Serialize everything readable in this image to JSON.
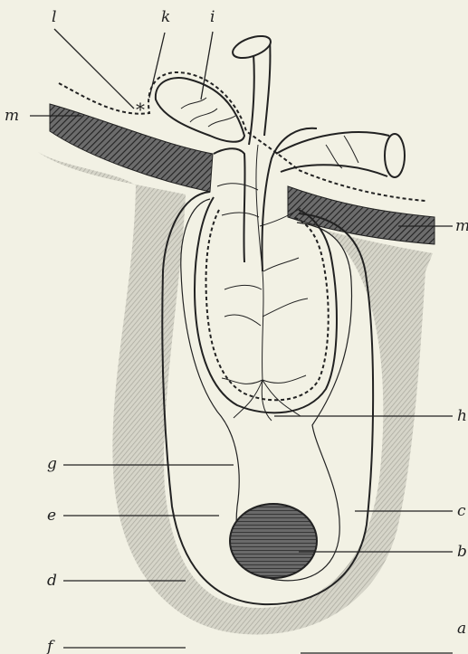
{
  "figure": {
    "labels": {
      "a": "a",
      "b": "b",
      "c": "c",
      "d": "d",
      "e": "e",
      "f": "f",
      "g": "g",
      "h": "h",
      "i": "i",
      "k": "k",
      "l": "l",
      "m_left": "m",
      "m_right": "m",
      "asterisk": "*"
    },
    "colors": {
      "background": "#f2f1e4",
      "ink": "#222222",
      "shading": "#c9c8bc",
      "organ_fill": "#5a5a5a"
    }
  }
}
